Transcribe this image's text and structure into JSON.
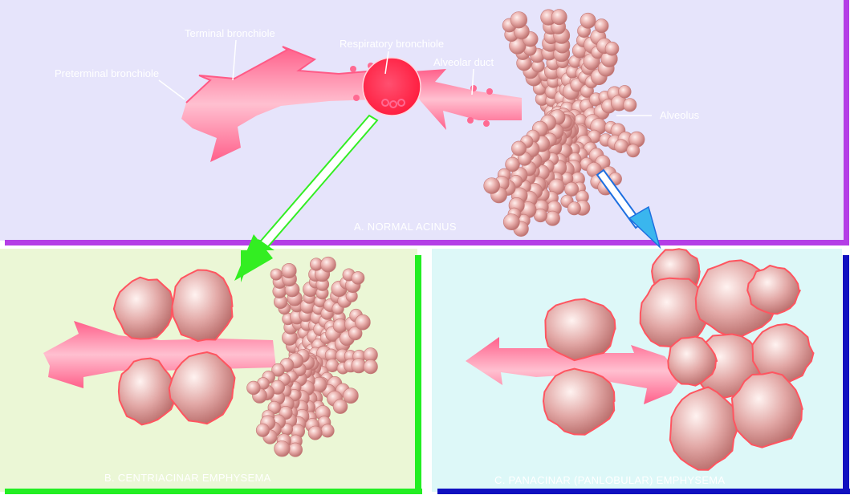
{
  "panels": {
    "a": {
      "caption": "A. NORMAL ACINUS",
      "bg_color": "#e6e4fb",
      "border_color": "#b43ee6"
    },
    "b": {
      "caption": "B. CENTRIACINAR EMPHYSEMA",
      "bg_color": "#ebf7d6",
      "border_color": "#22ee22"
    },
    "c": {
      "caption": "C. PANACINAR (PANLOBULAR) EMPHYSEMA",
      "bg_color": "#ddf8f8",
      "border_color": "#1010c0"
    }
  },
  "labels": {
    "terminal_bronchiole": "Terminal bronchiole",
    "preterminal_bronchiole": "Preterminal bronchiole",
    "respiratory_bronchiole": "Respiratory bronchiole",
    "alveolar_duct": "Alveolar duct",
    "alveolus": "Alveolus"
  },
  "colors": {
    "airway_pink": "#ff6a92",
    "alveolus_pink": "#e8a6a4",
    "sac_outline": "#ff5560",
    "highlight_circle": "#ff2a4a",
    "arrow_to_b": "#33ee22",
    "arrow_to_c": "#3ab6ee",
    "label_text": "#ffffff"
  },
  "icons": {
    "arrow_to_b": "green-arrow-icon",
    "arrow_to_c": "blue-arrow-icon"
  }
}
